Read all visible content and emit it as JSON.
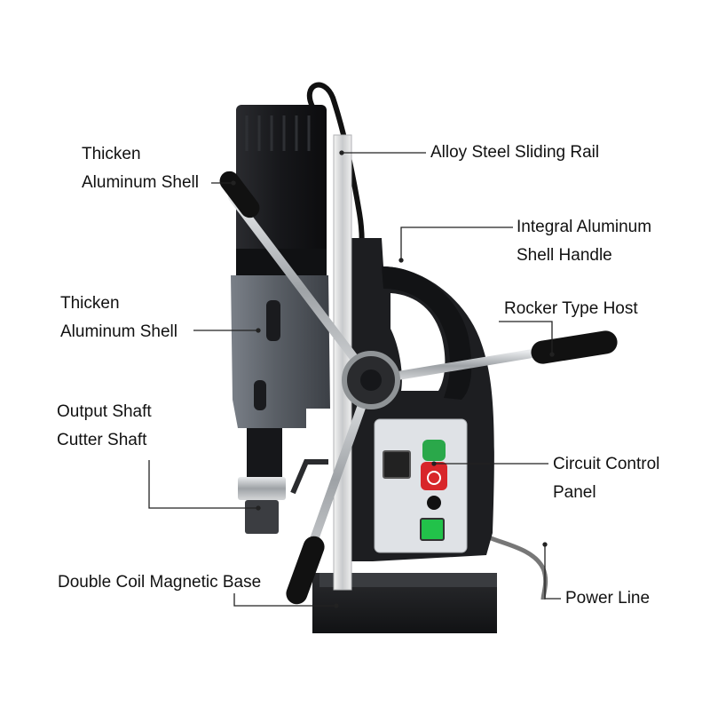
{
  "labels": {
    "motor_shell": {
      "line1": "Thicken",
      "line2": "Aluminum Shell"
    },
    "gear_shell": {
      "line1": "Thicken",
      "line2": "Aluminum Shell"
    },
    "output_shaft": {
      "line1": "Output Shaft",
      "line2": "Cutter Shaft"
    },
    "magnetic_base": {
      "line1": "Double Coil Magnetic Base"
    },
    "sliding_rail": {
      "line1": "Alloy Steel Sliding Rail"
    },
    "handle": {
      "line1": "Integral Aluminum",
      "line2": "Shell Handle"
    },
    "rocker": {
      "line1": "Rocker Type Host"
    },
    "control_panel": {
      "line1": "Circuit Control",
      "line2": "Panel"
    },
    "power_line": {
      "line1": "Power Line"
    }
  },
  "colors": {
    "body_dark": "#1c1d20",
    "gear_gray": "#5c6168",
    "chrome": "#b9bcc0",
    "panel": "#dfe2e6",
    "button_green": "#2aa84a",
    "button_red": "#d8262a",
    "lamp_green": "#22c24a",
    "leader": "#222222"
  },
  "icons": [
    "drill-motor-icon",
    "magnetic-base-icon",
    "rocker-handle-icon"
  ]
}
